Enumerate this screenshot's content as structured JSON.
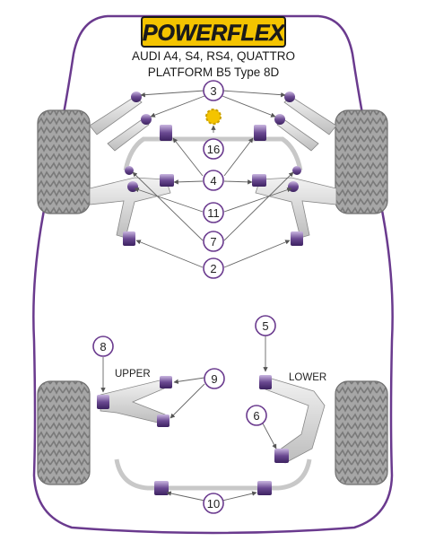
{
  "brand": {
    "logo_text": "POWERFLEX",
    "model_line": "AUDI A4, S4, RS4, QUATTRO",
    "platform_line": "PLATFORM B5 Type 8D"
  },
  "labels": {
    "upper": "UPPER",
    "lower": "LOWER"
  },
  "callouts": {
    "c3": "3",
    "c16": "16",
    "c4": "4",
    "c11": "11",
    "c7": "7",
    "c2": "2",
    "c8": "8",
    "c9": "9",
    "c5": "5",
    "c6": "6",
    "c10": "10"
  },
  "colors": {
    "outline": "#6a3a8e",
    "bush_purple": "#6b4a92",
    "bush_light": "#a98fc8",
    "tyre_grey": "#9b9b9b",
    "arm_grey": "#cfcfcf",
    "logo_yellow": "#f4c400"
  }
}
